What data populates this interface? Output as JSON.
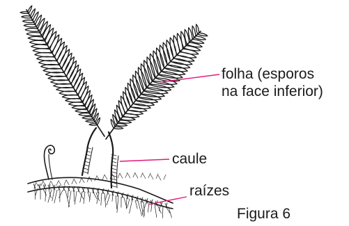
{
  "labels": {
    "folha_line1": "folha (esporos",
    "folha_line2": "na face inferior)",
    "caule": "caule",
    "raizes": "raízes"
  },
  "caption": "Figura 6",
  "colors": {
    "leader_line": "#e0197a",
    "ink": "#1a1a1a"
  }
}
